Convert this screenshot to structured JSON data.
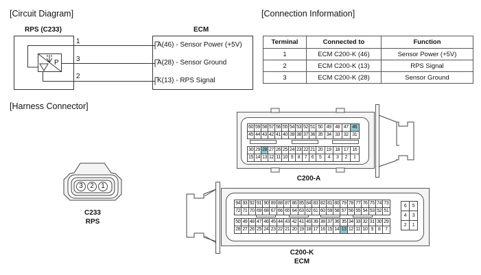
{
  "sections": {
    "circuit": "[Circuit Diagram]",
    "connection": "[Connection Information]",
    "harness": "[Harness Connector]"
  },
  "circuit": {
    "left_component": "RPS (C233)",
    "right_component": "ECM",
    "sensor_symbol_letter": "P",
    "wires": [
      {
        "pin": "1",
        "ecm_terminal": "A(46) - Sensor Power (+5V)"
      },
      {
        "pin": "3",
        "ecm_terminal": "A(28) - Sensor Ground"
      },
      {
        "pin": "2",
        "ecm_terminal": "K(13) - RPS Signal"
      }
    ]
  },
  "connection_table": {
    "headers": [
      "Terminal",
      "Connected to",
      "Function"
    ],
    "rows": [
      [
        "1",
        "ECM C200-K (46)",
        "Sensor Power (+5V)"
      ],
      [
        "2",
        "ECM C200-K (13)",
        "RPS Signal"
      ],
      [
        "3",
        "ECM C200-K (28)",
        "Sensor Ground"
      ]
    ]
  },
  "connectors": {
    "c233": {
      "pins": [
        "3",
        "2",
        "1"
      ],
      "label": "C233",
      "sublabel": "RPS"
    },
    "c200a": {
      "label": "C200-A",
      "highlight_color": "#8fc3cc",
      "highlighted_pins": [
        "46",
        "28"
      ],
      "rows": [
        [
          "60",
          "59",
          "58",
          "57",
          "56",
          "55",
          "54",
          "53",
          "52",
          "51",
          "50",
          "49",
          "48",
          "47",
          "46"
        ],
        [
          "45",
          "44",
          "43",
          "42",
          "41",
          "40",
          "39",
          "38",
          "37",
          "36",
          "35",
          "34",
          "33",
          "32",
          "31"
        ],
        [
          "30",
          "29",
          "28",
          "27",
          "26",
          "25",
          "24",
          "23",
          "22",
          "21",
          "20",
          "19",
          "18",
          "17",
          "16"
        ],
        [
          "15",
          "14",
          "13",
          "12",
          "11",
          "10",
          "9",
          "8",
          "7",
          "6",
          "5",
          "4",
          "3",
          "2",
          "1"
        ]
      ]
    },
    "c200k": {
      "label": "C200-K",
      "sublabel": "ECM",
      "highlight_color": "#8fc3cc",
      "highlighted_pins": [
        "13"
      ],
      "rows": [
        [
          "94",
          "93",
          "92",
          "91",
          "90",
          "89",
          "88",
          "87",
          "86",
          "85",
          "84",
          "83",
          "82",
          "81",
          "80",
          "79",
          "78",
          "77",
          "76",
          "75",
          "74",
          "73"
        ],
        [
          "72",
          "71",
          "70",
          "69",
          "68",
          "67",
          "66",
          "65",
          "64",
          "63",
          "62",
          "61",
          "60",
          "59",
          "58",
          "57",
          "56",
          "55",
          "54",
          "53",
          "52",
          "51"
        ],
        [
          "50",
          "49",
          "48",
          "47",
          "46",
          "45",
          "44",
          "43",
          "42",
          "41",
          "40",
          "39",
          "38",
          "37",
          "36",
          "35",
          "34",
          "33",
          "32",
          "31",
          "30",
          "29"
        ],
        [
          "28",
          "27",
          "26",
          "25",
          "24",
          "23",
          "22",
          "21",
          "20",
          "19",
          "18",
          "17",
          "16",
          "15",
          "14",
          "13",
          "12",
          "11",
          "10",
          "9",
          "8",
          "7"
        ]
      ],
      "aux_pins": [
        [
          "6",
          "5"
        ],
        [
          "4",
          "3"
        ],
        [
          "2",
          "1"
        ]
      ]
    }
  }
}
